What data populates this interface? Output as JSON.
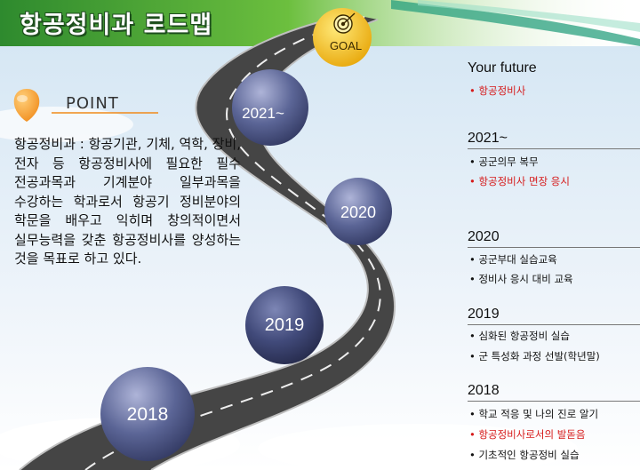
{
  "header": {
    "title": "항공정비과 로드맵"
  },
  "goal": {
    "label": "GOAL"
  },
  "point": {
    "label": "POINT",
    "description": "항공정비과 : 항공기관, 기체, 역학, 장비, 전자 등 항공정비사에 필요한 필수 전공과목과 기계분야 일부과목을 수강하는 학과로서 항공기 정비분야의 학문을 배우고 익히며 창의적이면서 실무능력을 갖춘 항공정비사를 양성하는 것을 목표로 하고 있다."
  },
  "road_labels": [
    "2021~",
    "2020",
    "2019",
    "2018"
  ],
  "sections": [
    {
      "title": "Your future",
      "items": [
        {
          "text": "• 항공정비사",
          "highlight": true
        }
      ]
    },
    {
      "title": "2021~",
      "items": [
        {
          "text": "• 공군의무 복무",
          "highlight": false
        },
        {
          "text": "• 항공정비사 면장 응시",
          "highlight": true
        }
      ]
    },
    {
      "title": "2020",
      "items": [
        {
          "text": "• 공군부대 실습교육",
          "highlight": false
        },
        {
          "text": "• 정비사 응시 대비 교육",
          "highlight": false
        }
      ]
    },
    {
      "title": "2019",
      "items": [
        {
          "text": "• 심화된 항공정비 실습",
          "highlight": false
        },
        {
          "text": "• 군 특성화 과정 선발(학년말)",
          "highlight": false
        }
      ]
    },
    {
      "title": "2018",
      "items": [
        {
          "text": "• 학교 적응 및 나의 진로 알기",
          "highlight": false
        },
        {
          "text": "• 항공정비사로서의 발돋음",
          "highlight": true
        },
        {
          "text": "• 기초적인 항공정비 실습",
          "highlight": false
        }
      ]
    }
  ],
  "colors": {
    "header_green": "#3f9a3a",
    "road": "#454545",
    "circle": "#5b6596",
    "highlight": "#d61a1a",
    "goal_yellow": "#f6c21a"
  }
}
